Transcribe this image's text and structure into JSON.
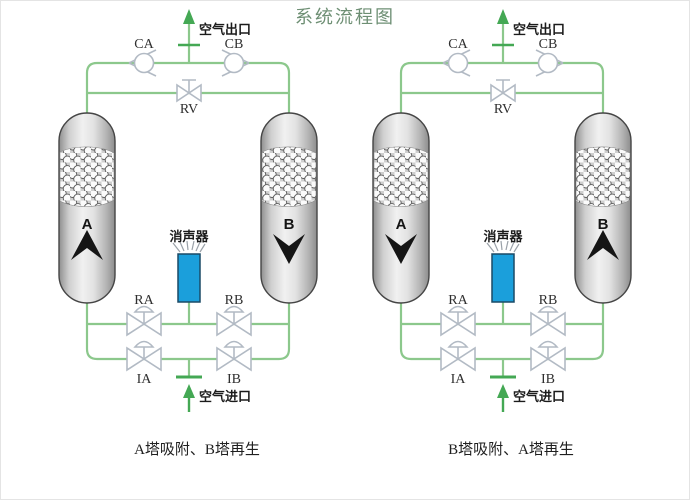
{
  "page": {
    "title": "系统流程图"
  },
  "colors": {
    "pipe": "#8cc88c",
    "arrow": "#44a854",
    "valve": "#b2bac4",
    "muffler_fill": "#1b9fdb",
    "muffler_stroke": "#1a4a66",
    "tower_stroke": "#454545",
    "title": "#6e8f74"
  },
  "diagrams": {
    "left": {
      "caption": "A塔吸附、B塔再生",
      "labels": {
        "air_outlet": "空气出口",
        "air_inlet": "空气进口",
        "muffler": "消声器",
        "ca": "CA",
        "cb": "CB",
        "rv": "RV",
        "ra": "RA",
        "rb": "RB",
        "ia": "IA",
        "ib": "IB"
      },
      "towerA": {
        "letter": "A",
        "flow": "up"
      },
      "towerB": {
        "letter": "B",
        "flow": "down"
      }
    },
    "right": {
      "caption": "B塔吸附、A塔再生",
      "labels": {
        "air_outlet": "空气出口",
        "air_inlet": "空气进口",
        "muffler": "消声器",
        "ca": "CA",
        "cb": "CB",
        "rv": "RV",
        "ra": "RA",
        "rb": "RB",
        "ia": "IA",
        "ib": "IB"
      },
      "towerA": {
        "letter": "A",
        "flow": "down"
      },
      "towerB": {
        "letter": "B",
        "flow": "up"
      }
    }
  }
}
